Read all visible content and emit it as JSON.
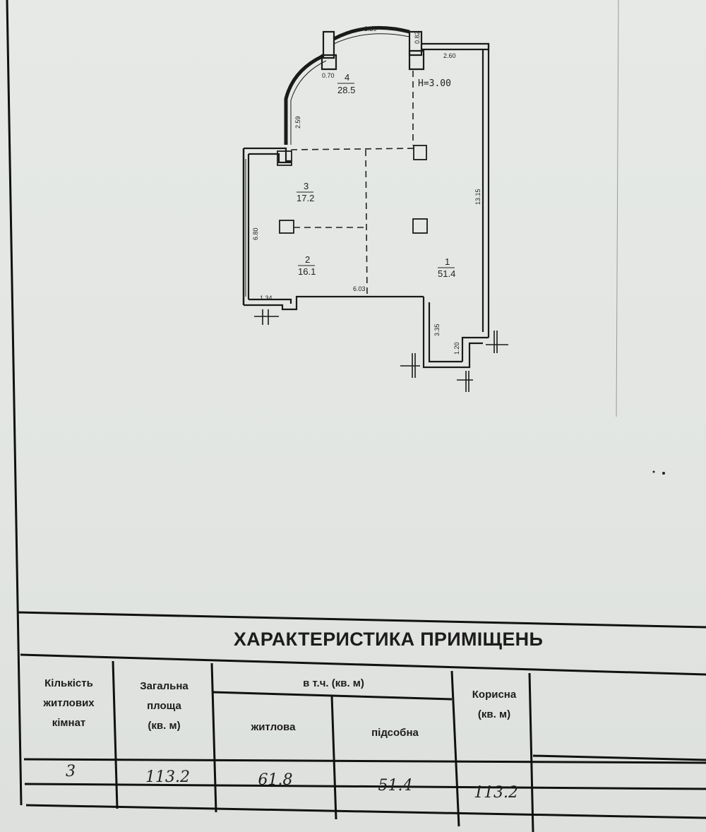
{
  "plan": {
    "height_note": "H=3.00",
    "rooms": [
      {
        "number": "4",
        "area": "28.5"
      },
      {
        "number": "3",
        "area": "17.2"
      },
      {
        "number": "2",
        "area": "16.1"
      },
      {
        "number": "1",
        "area": "51.4"
      }
    ],
    "dimensions": {
      "arc_top": "3.39",
      "pier_right": "0.82",
      "wall_top_right": "2.60",
      "pier_left": "0.70",
      "arc_left": "2.59",
      "right_wall": "13.15",
      "left_wall": "6.80",
      "bottom_left": "1.34",
      "bottom_mid": "6.03",
      "step_vertical": "3.35",
      "step_bottom": "1.20"
    }
  },
  "table": {
    "title": "ХАРАКТЕРИСТИКА ПРИМІЩЕНЬ",
    "headers": {
      "rooms_count": [
        "Кількість",
        "житлових",
        "кімнат"
      ],
      "total_area": [
        "Загальна",
        "площа",
        "(кв. м)"
      ],
      "including": "в т.ч. (кв. м)",
      "living": "житлова",
      "auxiliary": "підсобна",
      "useful": [
        "Корисна",
        "(кв. м)"
      ]
    },
    "values": {
      "rooms_count": "3",
      "total_area": "113.2",
      "living": "61.8",
      "auxiliary": "51.4",
      "useful": "113.2"
    }
  }
}
